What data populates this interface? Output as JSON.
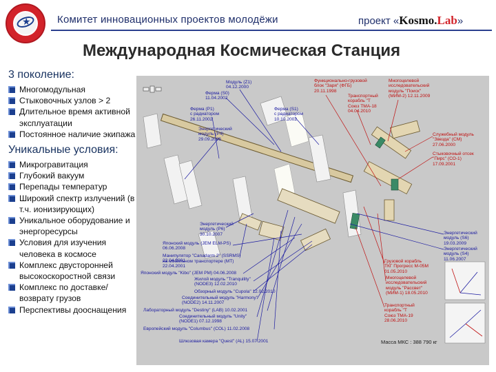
{
  "header": {
    "org": "Комитет инновационных проектов молодёжи",
    "project_prefix": "проект «",
    "brand_main": "Kosmo",
    "brand_dot": ".",
    "brand_lab": "Lab",
    "project_suffix": "»"
  },
  "title": "Международная Космическая Станция",
  "left": {
    "gen_heading": "3 поколение:",
    "gen_items": [
      "Многомодульная",
      "Стыковочных узлов > 2",
      "Длительное время активной эксплуатации",
      "Постоянное наличие экипажа"
    ],
    "uniq_heading": "Уникальные условия:",
    "uniq_items": [
      "Микрогравитация",
      "Глубокий вакуум",
      "Перепады температур",
      "Широкий спектр излучений (в т.ч. ионизирующих)",
      "Уникальное оборудование и энергоресурсы",
      "Условия для изучения человека в космосе",
      "Комплекс двусторонней высокоскоростной связи",
      "Комплекс по доставке/возврату грузов",
      "Перспективы дооснащения"
    ]
  },
  "diagram": {
    "labels_top": [
      "Модуль (Z1)\n04.12.2000",
      "Ферма (S0)\n11.04.2002",
      "Ферма (P1)\nс радиатором\n26.11.2002",
      "Энергетический\nмодуль (P4)\n29.09.2006",
      "Ферма (S1)\nс радиатором\n10.10.2002"
    ],
    "labels_red": [
      "Функционально-грузовой\nблок \"Заря\" (ФГБ)\n20.11.1998",
      "Транспортный\nкорабль \"Т\nСоюз ТМА-18\n04.04.2010",
      "Многоцелевой\nисследовательский\nмодуль \"Поиск\"\n(МИМ-2) 12.11.2009",
      "Служебный модуль\n\"Звезда\" (СМ)\n27.06.2000",
      "Стыковочный отсек\n\"Пирс\" (СО-1)\n17.09.2001",
      "Грузовой корабль\nТКГ Прогресс М-05М\n01.05.2010",
      "Многоцелевой\nисследовательский\nмодуль \"Рассвет\"\n(МИМ-1) 18.05.2010",
      "Транспортный\nкорабль \"Т\nСоюз ТМА-19\n28.06.2010"
    ],
    "labels_right_blue": [
      "Энергетический\nмодуль (S6)\n19.03.2009",
      "Энергетический\nмодуль (S4)\n11.06.2007"
    ],
    "labels_bottom": [
      "Энергетический\nмодуль (P6)\n30.10.2007",
      "Японский модуль (JEM ELM-PS)\n06.06.2008",
      "Манипулятор \"Canadarm 2\" (SSRMS)\n22.04.2001",
      "на мобильном транспортере (MT)\n22.04.2001",
      "Японский модуль \"Kibo\" (JEM PM) 04.06.2008",
      "Жилой модуль \"Tranquility\"\n(NODE3) 12.02.2010",
      "Обзорный модуль \"Cupola\" 12.02.2010",
      "Соединительный модуль \"Harmony\"\n(NODE2) 14.11.2007",
      "Лабораторный модуль \"Destiny\" (LAB) 10.02.2001",
      "Соединительный модуль \"Unity\"\n(NODE1) 07.12.1998",
      "Европейский модуль \"Columbus\" (COL) 11.02.2008",
      "Шлюзовая камера \"Quest\" (AL) 15.07.2001"
    ],
    "mass": "Масса МКС : 388 790 кг"
  },
  "colors": {
    "accent": "#1f2f6b",
    "red": "#c01010",
    "blue": "#1a1aa0",
    "diagram_bg": "#c9c9c9"
  }
}
